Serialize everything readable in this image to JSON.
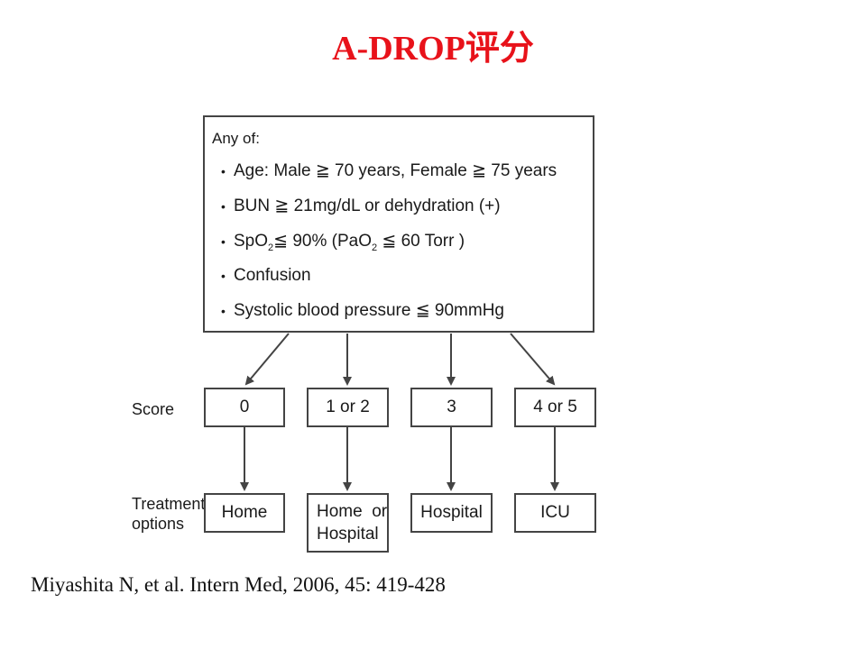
{
  "title": "A-DROP评分",
  "criteria": {
    "header": "Any of:",
    "items": [
      {
        "text": "Age: Male ≧ 70 years, Female ≧ 75 years"
      },
      {
        "text": "BUN ≧ 21mg/dL or dehydration (+)"
      },
      {
        "pre": "SpO",
        "sub1": "2",
        "mid": "≦ 90% (PaO",
        "sub2": "2",
        "post": " ≦ 60 Torr )"
      },
      {
        "text": "Confusion"
      },
      {
        "text": "Systolic blood pressure ≦ 90mmHg"
      }
    ]
  },
  "score_label": "Score",
  "treatment_label_line1": "Treatment",
  "treatment_label_line2": "options",
  "scores": [
    "0",
    "1 or 2",
    "3",
    "4 or 5"
  ],
  "treatments": [
    {
      "line1": "Home",
      "line2": ""
    },
    {
      "line1": "Home  or",
      "line2": "Hospital"
    },
    {
      "line1": "Hospital",
      "line2": ""
    },
    {
      "line1": "ICU",
      "line2": ""
    }
  ],
  "citation": "Miyashita N, et al. Intern Med, 2006, 45: 419-428"
}
